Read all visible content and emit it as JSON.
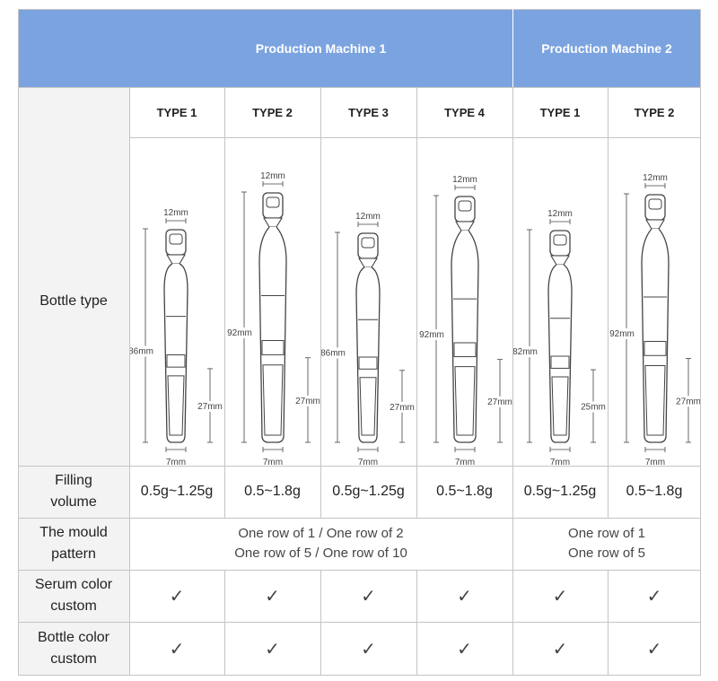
{
  "header": {
    "machine1": "Production Machine 1",
    "machine2": "Production Machine 2"
  },
  "types": [
    "TYPE 1",
    "TYPE 2",
    "TYPE 3",
    "TYPE 4",
    "TYPE 1",
    "TYPE 2"
  ],
  "rows": {
    "bottle_type": "Bottle type",
    "filling_volume": "Filling volume",
    "mould_pattern": "The mould pattern",
    "serum_color": "Serum color custom",
    "bottle_color": "Bottle color custom"
  },
  "bottles": [
    {
      "width": "12mm",
      "height": "86mm",
      "lower": "27mm",
      "bottom": "7mm"
    },
    {
      "width": "12mm",
      "height": "92mm",
      "lower": "27mm",
      "bottom": "7mm"
    },
    {
      "width": "12mm",
      "height": "86mm",
      "lower": "27mm",
      "bottom": "7mm"
    },
    {
      "width": "12mm",
      "height": "92mm",
      "lower": "27mm",
      "bottom": "7mm"
    },
    {
      "width": "12mm",
      "height": "82mm",
      "lower": "25mm",
      "bottom": "7mm"
    },
    {
      "width": "12mm",
      "height": "92mm",
      "lower": "27mm",
      "bottom": "7mm"
    }
  ],
  "filling": [
    "0.5g~1.25g",
    "0.5~1.8g",
    "0.5g~1.25g",
    "0.5~1.8g",
    "0.5g~1.25g",
    "0.5~1.8g"
  ],
  "mould": {
    "machine1_line1": "One row of 1 / One row of 2",
    "machine1_line2": "One row of 5 / One row of 10",
    "machine2_line1": "One row of 1",
    "machine2_line2": "One row of 5"
  },
  "check_symbol": "✓",
  "colors": {
    "header_blue": "#7ba3e0",
    "grid": "#c4c4c4",
    "side_bg": "#f3f3f3"
  }
}
